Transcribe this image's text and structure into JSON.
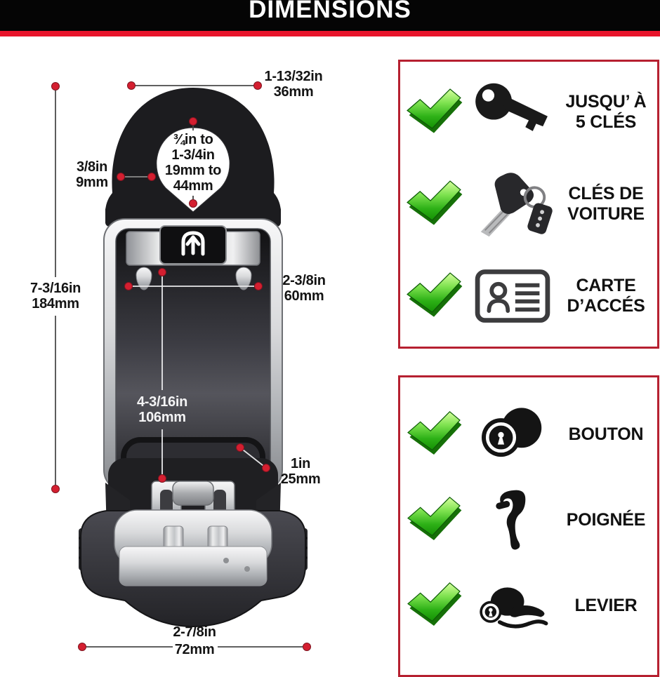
{
  "header": {
    "title": "DIMENSIONS"
  },
  "colors": {
    "banner_black": "#050505",
    "stripe_red": "#e8142b",
    "panel_border_red": "#b62030",
    "dot_red": "#d41f30",
    "check_green": "#2eb117",
    "silver": "#c7c9cc",
    "body_dark": "#2c2c30"
  },
  "diagram": {
    "dims": {
      "shackle_width": {
        "lines": [
          "1-13/32in",
          "36mm"
        ]
      },
      "shackle_opening": {
        "lines": [
          "¾in to",
          "1-3/4in",
          "19mm to",
          "44mm"
        ]
      },
      "shackle_thickness": {
        "lines": [
          "3/8in",
          "9mm"
        ]
      },
      "height": {
        "lines": [
          "7-3/16in",
          "184mm"
        ]
      },
      "interior_width": {
        "lines": [
          "2-3/8in",
          "60mm"
        ]
      },
      "interior_height": {
        "lines": [
          "4-3/16in",
          "106mm"
        ]
      },
      "depth": {
        "lines": [
          "1in",
          "25mm"
        ]
      },
      "base_width": {
        "lines": [
          "2-7/8in",
          "72mm"
        ]
      }
    }
  },
  "capacity_panel": {
    "items": [
      {
        "icon": "key-icon",
        "lines": [
          "JUSQU’ À",
          "5 CLÉS"
        ]
      },
      {
        "icon": "car-key-icon",
        "lines": [
          "CLÉS DE",
          "VOITURE"
        ]
      },
      {
        "icon": "access-card-icon",
        "lines": [
          "CARTE",
          "D’ACCÉS"
        ]
      }
    ]
  },
  "compatibility_panel": {
    "items": [
      {
        "icon": "door-knob-icon",
        "label": "BOUTON"
      },
      {
        "icon": "door-handle-icon",
        "label": "POIGNÉE"
      },
      {
        "icon": "door-lever-icon",
        "label": "LEVIER"
      }
    ]
  }
}
